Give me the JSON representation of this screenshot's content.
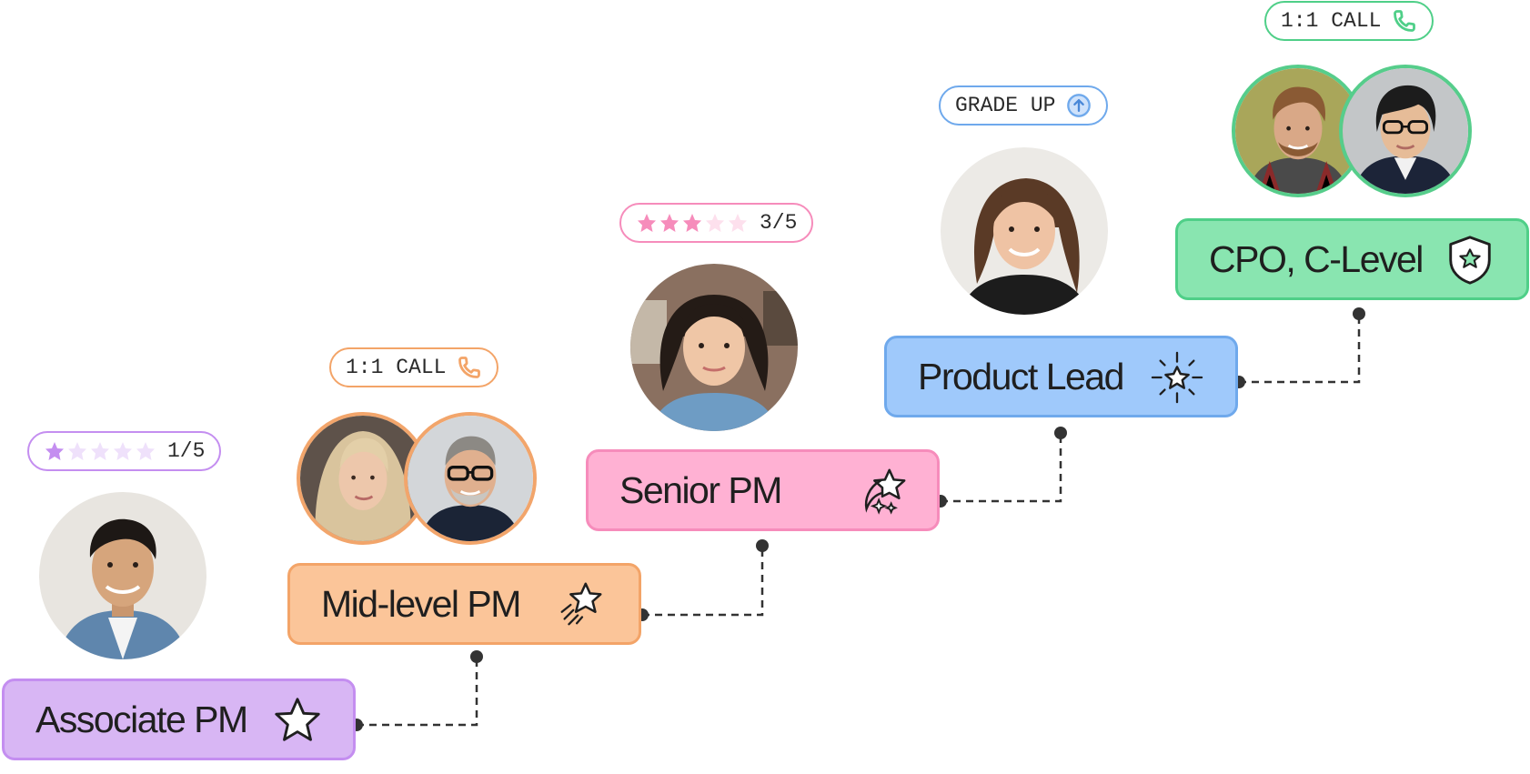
{
  "steps": [
    {
      "label": "Associate PM",
      "icon": "star-outline-icon",
      "color": "#d8b6f4",
      "border": "#c48ef0"
    },
    {
      "label": "Mid-level PM",
      "icon": "shooting-star-icon",
      "color": "#fbc599",
      "border": "#f3a468"
    },
    {
      "label": "Senior PM",
      "icon": "sparkle-star-icon",
      "color": "#ffb1d3",
      "border": "#f68cbb"
    },
    {
      "label": "Product Lead",
      "icon": "glowing-star-icon",
      "color": "#9fc9fb",
      "border": "#6fa9ec"
    },
    {
      "label": "CPO, C-Level",
      "icon": "shield-star-icon",
      "color": "#89e5b0",
      "border": "#4fcf88"
    }
  ],
  "badges": [
    {
      "type": "rating",
      "text": "1/5",
      "filled": 1,
      "total": 5,
      "color": "#c48ef0",
      "light": "#f0e3fc"
    },
    {
      "type": "call",
      "text": "1:1 CALL",
      "icon": "phone-icon",
      "color": "#f3a468"
    },
    {
      "type": "rating",
      "text": "3/5",
      "filled": 3,
      "total": 5,
      "color": "#f68cbb",
      "light": "#fde1ee"
    },
    {
      "type": "grade",
      "text": "GRADE UP",
      "icon": "arrow-up-circle-icon",
      "color": "#6fa9ec"
    },
    {
      "type": "call",
      "text": "1:1 CALL",
      "icon": "phone-icon",
      "color": "#4fcf88"
    }
  ]
}
